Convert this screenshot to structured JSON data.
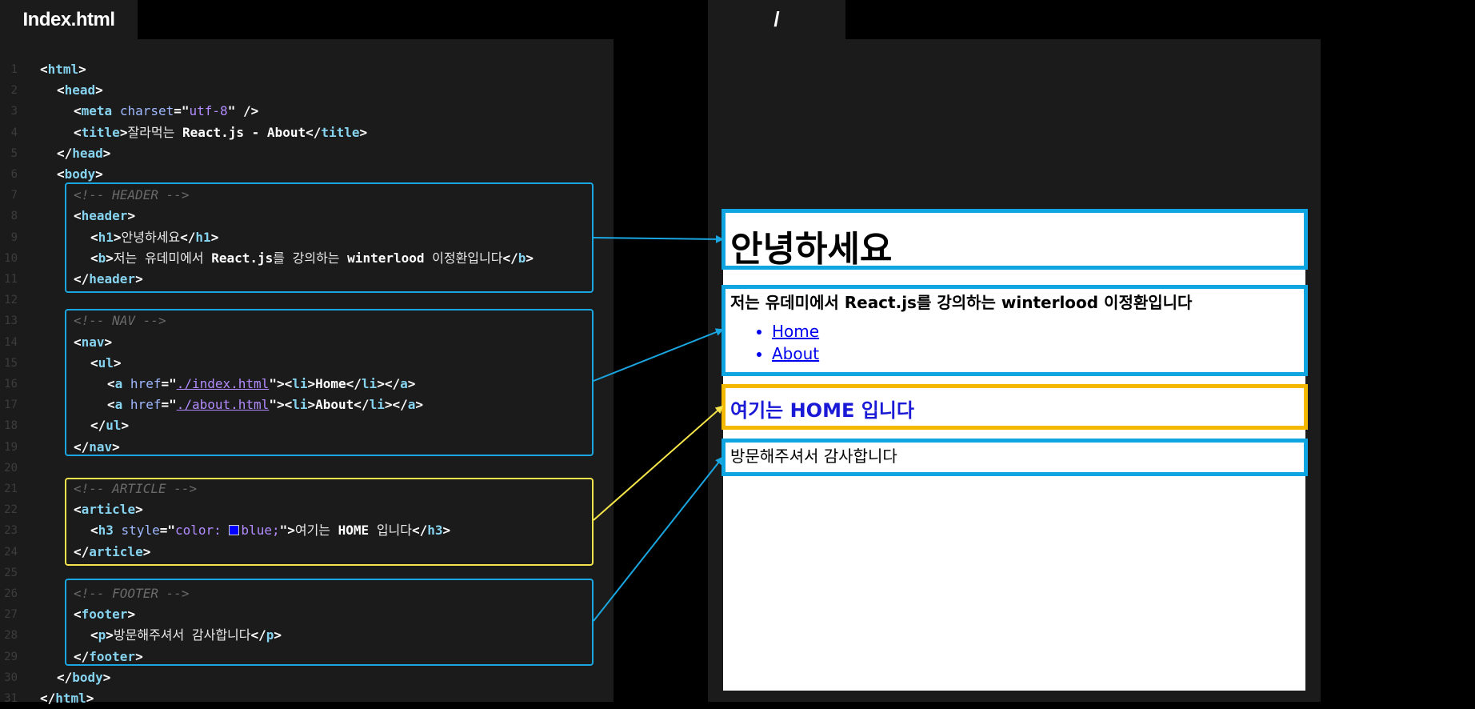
{
  "tabs": {
    "left_title": "Index.html",
    "right_title": "/"
  },
  "editor": {
    "lines": [
      {
        "n": "1",
        "code": "<span class='t'>&lt;</span><span class='tn'>html</span><span class='t'>&gt;</span>",
        "indent": 0
      },
      {
        "n": "2",
        "code": "<span class='t'>&lt;</span><span class='tn'>head</span><span class='t'>&gt;</span>",
        "indent": 1
      },
      {
        "n": "3",
        "code": "<span class='t'>&lt;</span><span class='tn'>meta</span> <span class='at'>charset</span><span class='t'>=\"</span><span class='sv'>utf-8</span><span class='t'>\" /&gt;</span>",
        "indent": 2
      },
      {
        "n": "4",
        "code": "<span class='t'>&lt;</span><span class='tn'>title</span><span class='t'>&gt;</span><span class='tx'>잘라먹는 </span><span class='bt'>React.js - About</span><span class='t'>&lt;/</span><span class='tn'>title</span><span class='t'>&gt;</span>",
        "indent": 2
      },
      {
        "n": "5",
        "code": "<span class='t'>&lt;/</span><span class='tn'>head</span><span class='t'>&gt;</span>",
        "indent": 1
      },
      {
        "n": "6",
        "code": "<span class='t'>&lt;</span><span class='tn'>body</span><span class='t'>&gt;</span>",
        "indent": 1
      },
      {
        "n": "7",
        "code": "<span class='cm'>&lt;!-- HEADER --&gt;</span>",
        "indent": 2
      },
      {
        "n": "8",
        "code": "<span class='t'>&lt;</span><span class='tn'>header</span><span class='t'>&gt;</span>",
        "indent": 2
      },
      {
        "n": "9",
        "code": "<span class='t'>&lt;</span><span class='tn'>h1</span><span class='t'>&gt;</span><span class='tx'>안녕하세요</span><span class='t'>&lt;/</span><span class='tn'>h1</span><span class='t'>&gt;</span>",
        "indent": 3
      },
      {
        "n": "10",
        "code": "<span class='t'>&lt;</span><span class='tn'>b</span><span class='t'>&gt;</span><span class='tx'>저는 유데미에서 </span><span class='bt'>React.js</span><span class='tx'>를 강의하는 </span><span class='bt'>winterlood</span><span class='tx'> 이정환입니다</span><span class='t'>&lt;/</span><span class='tn'>b</span><span class='t'>&gt;</span>",
        "indent": 3
      },
      {
        "n": "11",
        "code": "<span class='t'>&lt;/</span><span class='tn'>header</span><span class='t'>&gt;</span>",
        "indent": 2
      },
      {
        "n": "12",
        "code": "",
        "indent": 0
      },
      {
        "n": "13",
        "code": "<span class='cm'>&lt;!-- NAV --&gt;</span>",
        "indent": 2
      },
      {
        "n": "14",
        "code": "<span class='t'>&lt;</span><span class='tn'>nav</span><span class='t'>&gt;</span>",
        "indent": 2
      },
      {
        "n": "15",
        "code": "<span class='t'>&lt;</span><span class='tn'>ul</span><span class='t'>&gt;</span>",
        "indent": 3
      },
      {
        "n": "16",
        "code": "<span class='t'>&lt;</span><span class='tn'>a</span> <span class='at'>href</span><span class='t'>=\"</span><span class='lk'>./index.html</span><span class='t'>\"&gt;&lt;</span><span class='tn'>li</span><span class='t'>&gt;</span><span class='bt'>Home</span><span class='t'>&lt;/</span><span class='tn'>li</span><span class='t'>&gt;&lt;/</span><span class='tn'>a</span><span class='t'>&gt;</span>",
        "indent": 4
      },
      {
        "n": "17",
        "code": "<span class='t'>&lt;</span><span class='tn'>a</span> <span class='at'>href</span><span class='t'>=\"</span><span class='lk'>./about.html</span><span class='t'>\"&gt;&lt;</span><span class='tn'>li</span><span class='t'>&gt;</span><span class='bt'>About</span><span class='t'>&lt;/</span><span class='tn'>li</span><span class='t'>&gt;&lt;/</span><span class='tn'>a</span><span class='t'>&gt;</span>",
        "indent": 4
      },
      {
        "n": "18",
        "code": "<span class='t'>&lt;/</span><span class='tn'>ul</span><span class='t'>&gt;</span>",
        "indent": 3
      },
      {
        "n": "19",
        "code": "<span class='t'>&lt;/</span><span class='tn'>nav</span><span class='t'>&gt;</span>",
        "indent": 2
      },
      {
        "n": "20",
        "code": "",
        "indent": 0
      },
      {
        "n": "21",
        "code": "<span class='cm'>&lt;!-- ARTICLE --&gt;</span>",
        "indent": 2
      },
      {
        "n": "22",
        "code": "<span class='t'>&lt;</span><span class='tn'>article</span><span class='t'>&gt;</span>",
        "indent": 2
      },
      {
        "n": "23",
        "code": "<span class='t'>&lt;</span><span class='tn'>h3</span> <span class='at'>style</span><span class='t'>=\"</span><span class='sv'>color: <span class='swatch'></span>blue;</span><span class='t'>\"&gt;</span><span class='tx'>여기는 </span><span class='bt'>HOME</span><span class='tx'> 입니다</span><span class='t'>&lt;/</span><span class='tn'>h3</span><span class='t'>&gt;</span>",
        "indent": 3
      },
      {
        "n": "24",
        "code": "<span class='t'>&lt;/</span><span class='tn'>article</span><span class='t'>&gt;</span>",
        "indent": 2
      },
      {
        "n": "25",
        "code": "",
        "indent": 0
      },
      {
        "n": "26",
        "code": "<span class='cm'>&lt;!-- FOOTER --&gt;</span>",
        "indent": 2
      },
      {
        "n": "27",
        "code": "<span class='t'>&lt;</span><span class='tn'>footer</span><span class='t'>&gt;</span>",
        "indent": 2
      },
      {
        "n": "28",
        "code": "<span class='t'>&lt;</span><span class='tn'>p</span><span class='t'>&gt;</span><span class='tx'>방문해주셔서 감사합니다</span><span class='t'>&lt;/</span><span class='tn'>p</span><span class='t'>&gt;</span>",
        "indent": 3
      },
      {
        "n": "29",
        "code": "<span class='t'>&lt;/</span><span class='tn'>footer</span><span class='t'>&gt;</span>",
        "indent": 2
      },
      {
        "n": "30",
        "code": "<span class='t'>&lt;/</span><span class='tn'>body</span><span class='t'>&gt;</span>",
        "indent": 1
      },
      {
        "n": "31",
        "code": "<span class='t'>&lt;/</span><span class='tn'>html</span><span class='t'>&gt;</span>",
        "indent": 0
      }
    ]
  },
  "preview": {
    "h1": "안녕하세요",
    "bold_text": "저는 유데미에서 React.js를 강의하는 winterlood 이정환입니다",
    "nav_items": [
      "Home",
      "About"
    ],
    "h3": "여기는 HOME 입니다",
    "footer_text": "방문해주셔서 감사합니다"
  },
  "colors": {
    "highlight_blue": "#0ea5e0",
    "highlight_yellow": "#f5b800",
    "h3_color": "#0000ff",
    "link_color": "#0000ee"
  }
}
